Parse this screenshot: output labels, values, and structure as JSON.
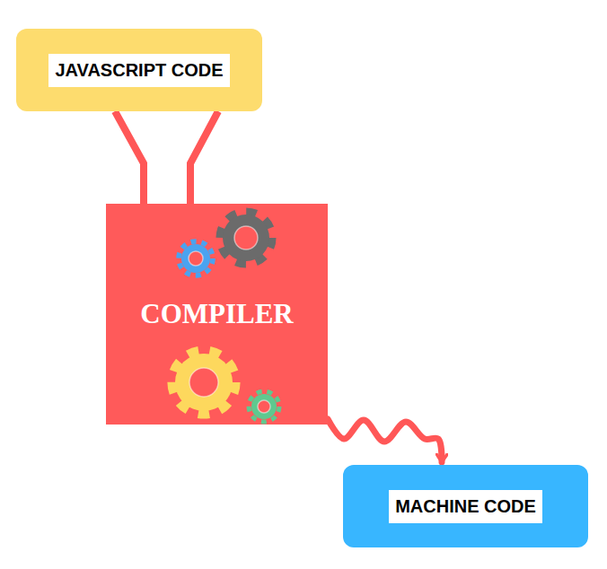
{
  "diagram": {
    "nodes": [
      {
        "text": [
          "JAVASCRIPT CODE"
        ]
      },
      {
        "text": [
          "COMPILER"
        ]
      },
      {
        "text": [
          "MACHINE CODE"
        ]
      }
    ],
    "edges": [
      {
        "from": 0,
        "to": 1,
        "arrow": "none"
      },
      {
        "from": 1,
        "to": 2,
        "arrow": "to"
      }
    ]
  }
}
